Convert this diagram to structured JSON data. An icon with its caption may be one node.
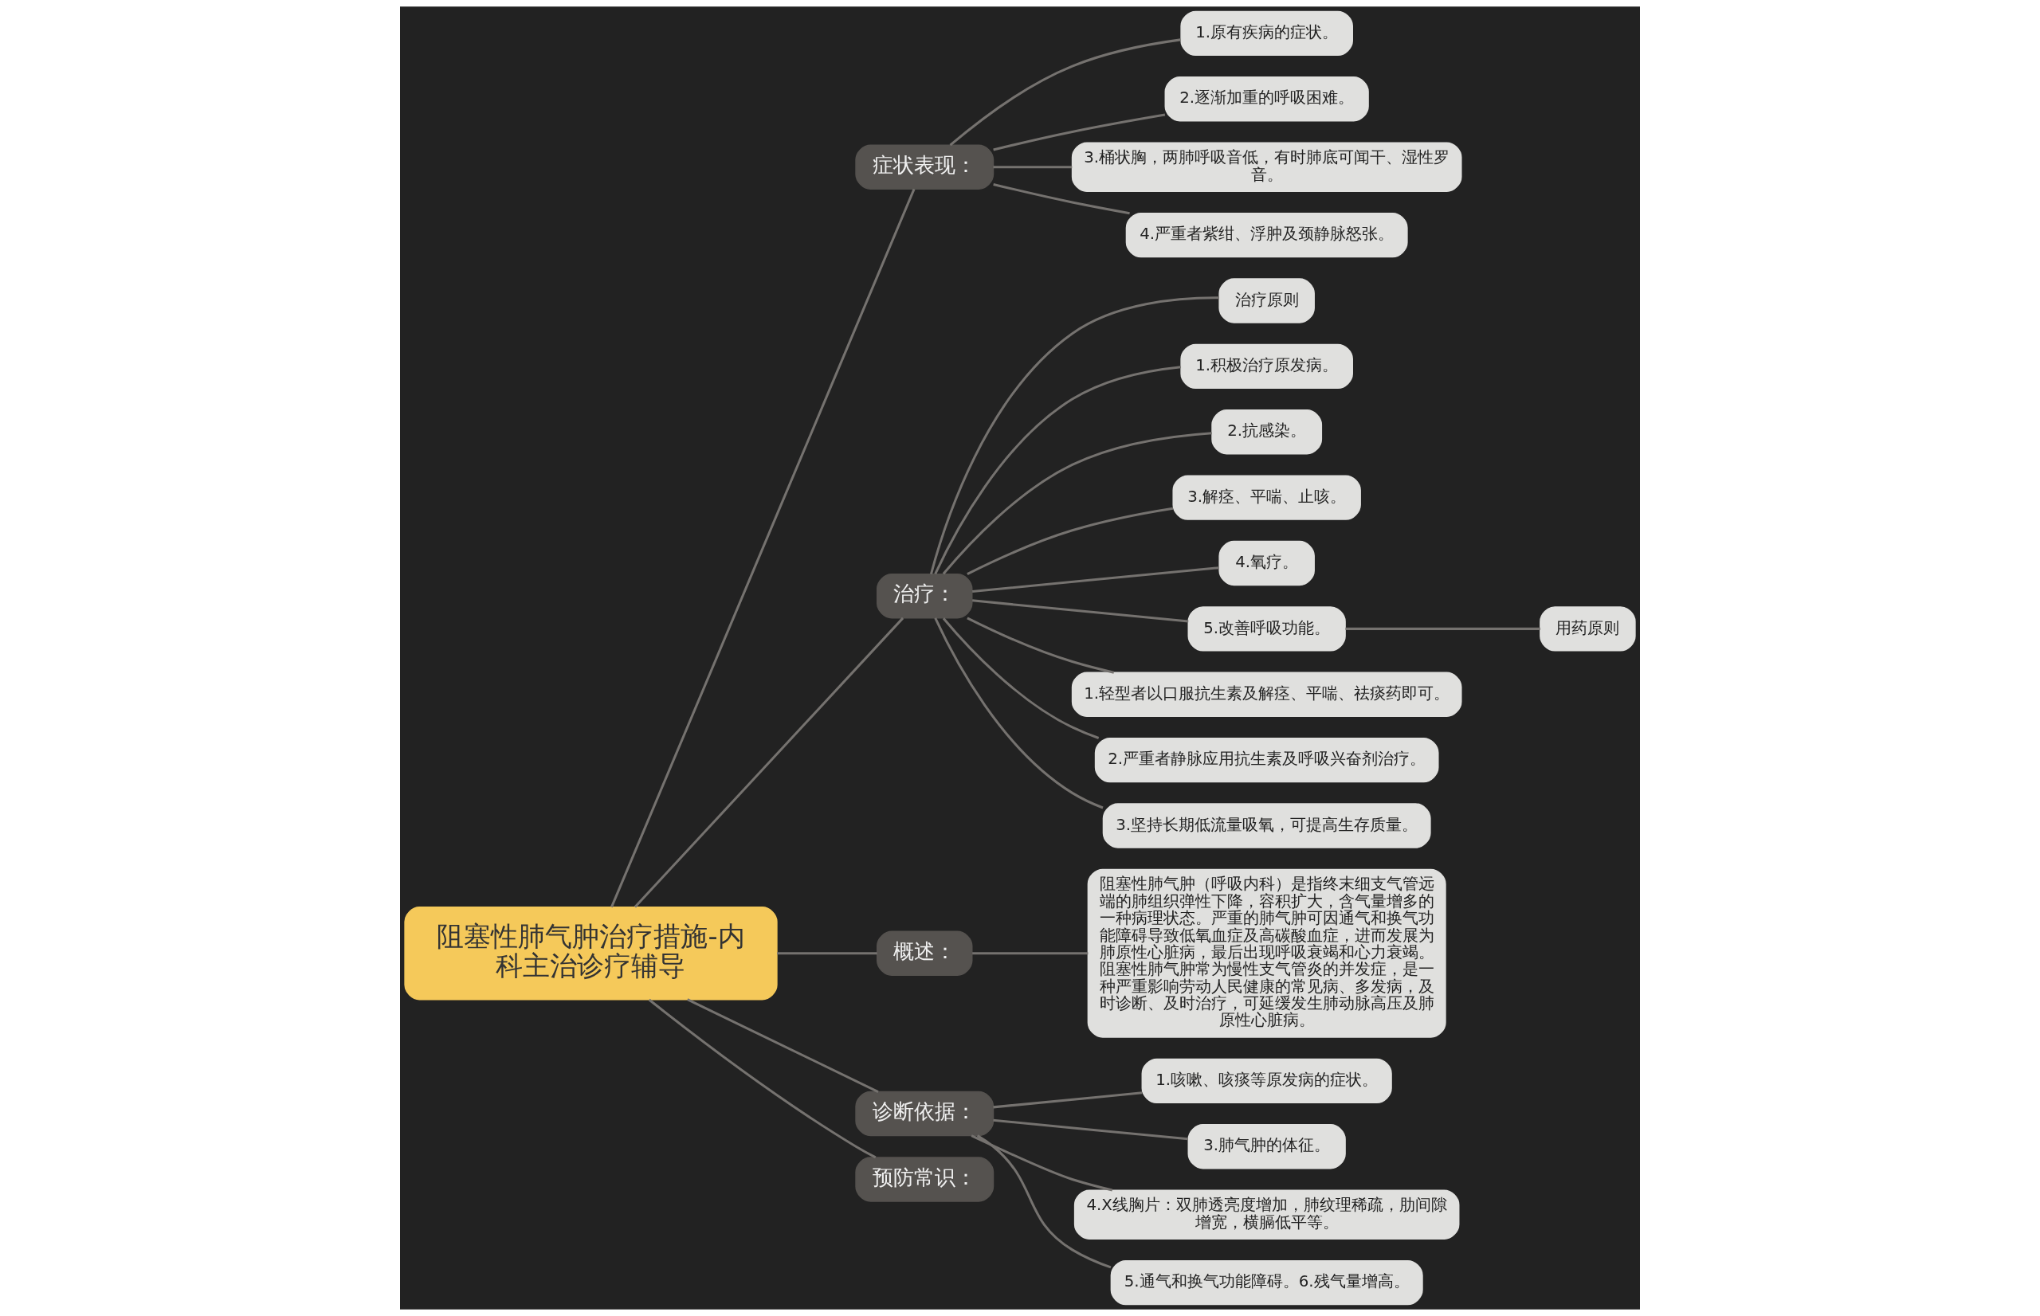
{
  "diagram": {
    "nodes": [
      {
        "text": [
          "阻塞性肺气肿治疗措施-内科主治诊疗辅导"
        ]
      },
      {
        "text": [
          "症状表现："
        ]
      },
      {
        "text": [
          "1.原有疾病的症状。"
        ]
      },
      {
        "text": [
          "2.逐渐加重的呼吸困难。"
        ]
      },
      {
        "text": [
          "3.桶状胸，两肺呼吸音低，有时肺底可闻干、湿性罗音。"
        ]
      },
      {
        "text": [
          "4.严重者紫绀、浮肿及颈静脉怒张。"
        ]
      },
      {
        "text": [
          "治疗："
        ]
      },
      {
        "text": [
          "治疗原则"
        ]
      },
      {
        "text": [
          "1.积极治疗原发病。"
        ]
      },
      {
        "text": [
          "2.抗感染。"
        ]
      },
      {
        "text": [
          "3.解痉、平喘、止咳。"
        ]
      },
      {
        "text": [
          "4.氧疗。"
        ]
      },
      {
        "text": [
          "5.改善呼吸功能。"
        ]
      },
      {
        "text": [
          "用药原则"
        ]
      },
      {
        "text": [
          "1.轻型者以口服抗生素及解痉、平喘、祛痰药即可。"
        ]
      },
      {
        "text": [
          "2.严重者静脉应用抗生素及呼吸兴奋剂治疗。"
        ]
      },
      {
        "text": [
          "3.坚持长期低流量吸氧，可提高生存质量。"
        ]
      },
      {
        "text": [
          "概述："
        ]
      },
      {
        "text": [
          "阻塞性肺气肿（呼吸内科）是指终末细支气管远端的肺组织弹性下降，容积扩大，含气量增多的一种病理状态。严重的肺气肿可因通气和换气功能障碍导致低氧血症及高碳酸血症，进而发展为肺原性心脏病，最后出现呼吸衰竭和心力衰竭。阻塞性肺气肿常为慢性支气管炎的并发症，是一种严重影响劳动人民健康的常见病、多发病，及时诊断、及时治疗，可延缓发生肺动脉高压及肺原性心脏病。"
        ]
      },
      {
        "text": [
          "诊断依据："
        ]
      },
      {
        "text": [
          "1.咳嗽、咳痰等原发病的症状。"
        ]
      },
      {
        "text": [
          "3.肺气肿的体征。"
        ]
      },
      {
        "text": [
          "4.X线胸片：双肺透亮度增加，肺纹理稀疏，肋间隙增宽，横膈低平等。"
        ]
      },
      {
        "text": [
          "5.通气和换气功能障碍。6.残气量增高。"
        ]
      },
      {
        "text": [
          "预防常识："
        ]
      }
    ],
    "edges": [
      {
        "from": 0,
        "to": 1,
        "arrow": "none"
      },
      {
        "from": 1,
        "to": 2,
        "arrow": "none"
      },
      {
        "from": 1,
        "to": 3,
        "arrow": "none"
      },
      {
        "from": 1,
        "to": 4,
        "arrow": "none"
      },
      {
        "from": 1,
        "to": 5,
        "arrow": "none"
      },
      {
        "from": 0,
        "to": 6,
        "arrow": "none"
      },
      {
        "from": 6,
        "to": 7,
        "arrow": "none"
      },
      {
        "from": 6,
        "to": 8,
        "arrow": "none"
      },
      {
        "from": 6,
        "to": 9,
        "arrow": "none"
      },
      {
        "from": 6,
        "to": 10,
        "arrow": "none"
      },
      {
        "from": 6,
        "to": 11,
        "arrow": "none"
      },
      {
        "from": 6,
        "to": 12,
        "arrow": "none"
      },
      {
        "from": 12,
        "to": 13,
        "arrow": "none"
      },
      {
        "from": 6,
        "to": 14,
        "arrow": "none"
      },
      {
        "from": 6,
        "to": 15,
        "arrow": "none"
      },
      {
        "from": 6,
        "to": 16,
        "arrow": "none"
      },
      {
        "from": 0,
        "to": 17,
        "arrow": "none"
      },
      {
        "from": 17,
        "to": 18,
        "arrow": "none"
      },
      {
        "from": 0,
        "to": 19,
        "arrow": "none"
      },
      {
        "from": 19,
        "to": 20,
        "arrow": "none"
      },
      {
        "from": 19,
        "to": 21,
        "arrow": "none"
      },
      {
        "from": 19,
        "to": 22,
        "arrow": "none"
      },
      {
        "from": 19,
        "to": 23,
        "arrow": "none"
      },
      {
        "from": 0,
        "to": 24,
        "arrow": "none"
      }
    ]
  }
}
